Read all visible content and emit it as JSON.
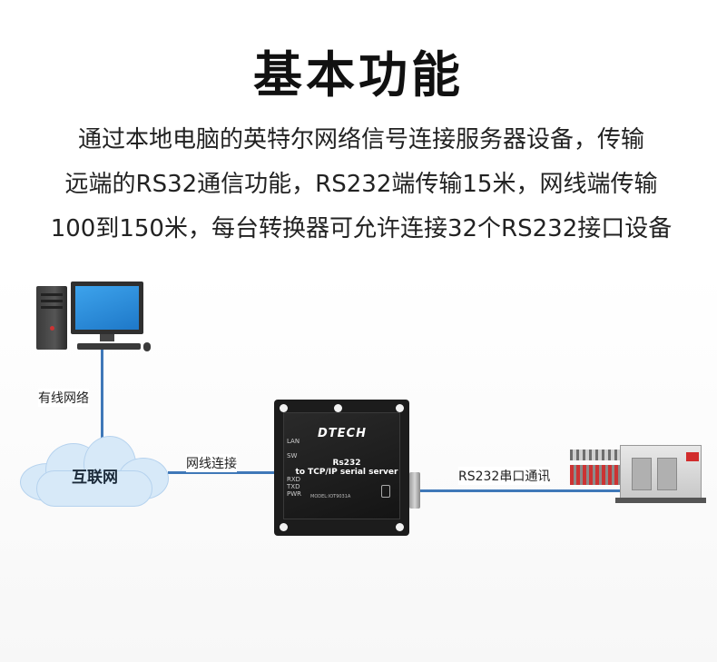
{
  "title": "基本功能",
  "description": [
    "通过本地电脑的英特尔网络信号连接服务器设备，传输",
    "远端的RS32通信功能，RS232端传输15米，网线端传输",
    "100到150米，每台转换器可允许连接32个RS232接口设备"
  ],
  "diagram": {
    "wired_network_label": "有线网络",
    "internet_label": "互联网",
    "cable_connection_label": "网线连接",
    "serial_comm_label": "RS232串口通讯",
    "device": {
      "brand": "DTECH",
      "leds": [
        "LAN",
        "SW"
      ],
      "status_leds": [
        "RXD",
        "TXD",
        "PWR"
      ],
      "name_line1": "Rs232",
      "name_line2": "to TCP/IP serial server",
      "model": "MODEL:IOT9031A"
    },
    "colors": {
      "wire": "#3f78b8",
      "cloud": "#d7e9f8",
      "screen": "#1e78c8"
    }
  }
}
